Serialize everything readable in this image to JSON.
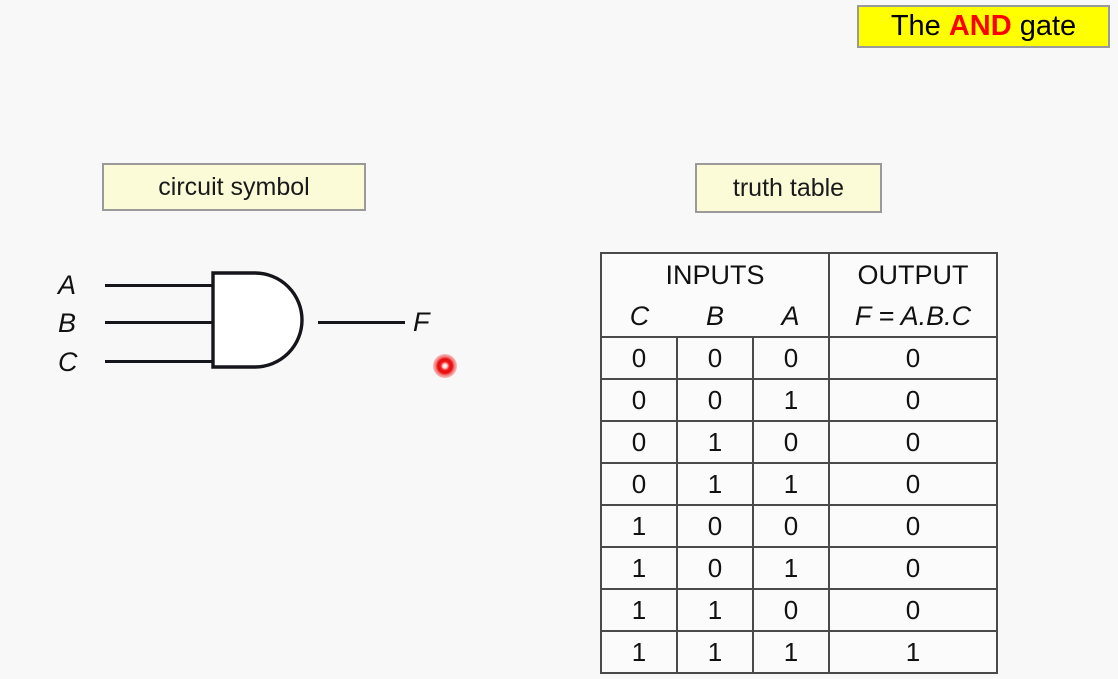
{
  "page": {
    "background_color": "#f8f8f8",
    "title_full": "The AND gate"
  },
  "title_banner": {
    "prefix": "The ",
    "emphasis": "AND",
    "suffix": " gate",
    "background_color": "#ffff00",
    "emphasis_color": "#ff0000",
    "text_color": "#000000"
  },
  "captions": {
    "circuit_symbol": "circuit symbol",
    "truth_table": "truth table",
    "background_color": "#fbfbd8",
    "border_color": "#9a9a9a"
  },
  "circuit": {
    "gate_type": "AND",
    "inputs": [
      {
        "label": "A"
      },
      {
        "label": "B"
      },
      {
        "label": "C"
      }
    ],
    "output": {
      "label": "F"
    },
    "cursor": {
      "name": "red-laser-pointer",
      "color": "#e60c0c"
    }
  },
  "truth_table": {
    "group_headers": {
      "inputs": "INPUTS",
      "output": "OUTPUT"
    },
    "column_headers": [
      "C",
      "B",
      "A",
      "F = A.B.C"
    ],
    "rows": [
      [
        "0",
        "0",
        "0",
        "0"
      ],
      [
        "0",
        "0",
        "1",
        "0"
      ],
      [
        "0",
        "1",
        "0",
        "0"
      ],
      [
        "0",
        "1",
        "1",
        "0"
      ],
      [
        "1",
        "0",
        "0",
        "0"
      ],
      [
        "1",
        "0",
        "1",
        "0"
      ],
      [
        "1",
        "1",
        "0",
        "0"
      ],
      [
        "1",
        "1",
        "1",
        "1"
      ]
    ]
  }
}
